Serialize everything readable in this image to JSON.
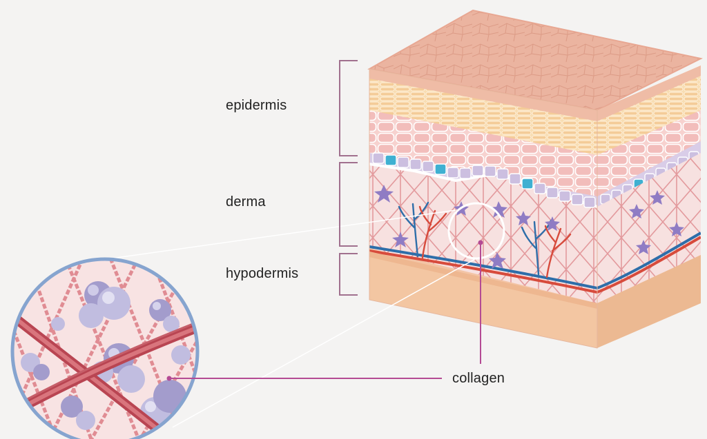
{
  "labels": {
    "epidermis": "epidermis",
    "derma": "derma",
    "hypodermis": "hypodermis",
    "collagen": "collagen"
  },
  "colors": {
    "background": "#f4f3f2",
    "bracket": "#a0708e",
    "leader": "#b44a94",
    "skin_top": "#eab29d",
    "fat_layer": "#f5d4a8",
    "epidermis_cells": "#f2c3c2",
    "derma": "#f6dcdc",
    "hypodermis": "#f3c7a4",
    "collagen_fiber": "#d9757d",
    "artery": "#d74b3c",
    "vein": "#2e6ea9",
    "basal_cells": "#c7badb",
    "melanocyte": "#3aa9cc",
    "fibroblast": "#8f7cc4",
    "lens_ring": "#86a4cf",
    "fat_globule": "#b5b0d8"
  }
}
